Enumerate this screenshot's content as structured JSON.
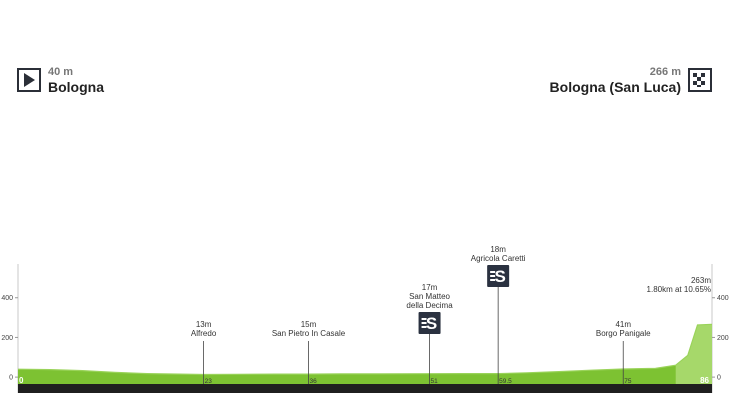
{
  "start": {
    "elevation": "40 m",
    "name": "Bologna",
    "icon": "play-icon"
  },
  "finish": {
    "elevation": "266 m",
    "name": "Bologna (San Luca)",
    "icon": "checkered-flag-icon"
  },
  "colors": {
    "fill": "#7dc232",
    "fill_steep": "#a6d86a",
    "line": "#9ad35a",
    "base": "#1f1f1f",
    "badge": "#2a3140"
  },
  "chart_data": {
    "type": "area",
    "title": "",
    "xlabel": "",
    "ylabel": "",
    "xlim": [
      0,
      86
    ],
    "ylim": [
      -80,
      570
    ],
    "y_ticks": [
      0,
      200,
      400
    ],
    "x_tick_labels": [
      {
        "km": 0,
        "label": "0"
      },
      {
        "km": 23,
        "label": "23"
      },
      {
        "km": 36,
        "label": "36"
      },
      {
        "km": 51,
        "label": "51"
      },
      {
        "km": 59.5,
        "label": "59.5"
      },
      {
        "km": 75,
        "label": "75"
      },
      {
        "km": 86,
        "label": "86"
      }
    ],
    "profile": [
      [
        0,
        40
      ],
      [
        4,
        38
      ],
      [
        8,
        33
      ],
      [
        12,
        24
      ],
      [
        16,
        18
      ],
      [
        20,
        15
      ],
      [
        23,
        13
      ],
      [
        27,
        14
      ],
      [
        32,
        15
      ],
      [
        36,
        15
      ],
      [
        40,
        16
      ],
      [
        45,
        16
      ],
      [
        51,
        17
      ],
      [
        55,
        18
      ],
      [
        59.5,
        18
      ],
      [
        63,
        22
      ],
      [
        67,
        28
      ],
      [
        71,
        35
      ],
      [
        75,
        41
      ],
      [
        79,
        44
      ],
      [
        81.5,
        60
      ],
      [
        83,
        110
      ],
      [
        84.2,
        263
      ],
      [
        86,
        266
      ]
    ],
    "steep_from_km": 84.2,
    "waypoints": [
      {
        "km": 23,
        "elevation": "13m",
        "name": "Alfredo",
        "sprint": false
      },
      {
        "km": 36,
        "elevation": "15m",
        "name": "San Pietro In Casale",
        "sprint": false
      },
      {
        "km": 51,
        "elevation": "17m",
        "name": "San Matteo della Decima",
        "sprint": true
      },
      {
        "km": 59.5,
        "elevation": "18m",
        "name": "Agricola Caretti",
        "sprint": true
      },
      {
        "km": 75,
        "elevation": "41m",
        "name": "Borgo Panigale",
        "sprint": false
      }
    ],
    "climb": {
      "km": 86,
      "elevation": "263m",
      "detail": "1.80km at 10.65%"
    }
  }
}
